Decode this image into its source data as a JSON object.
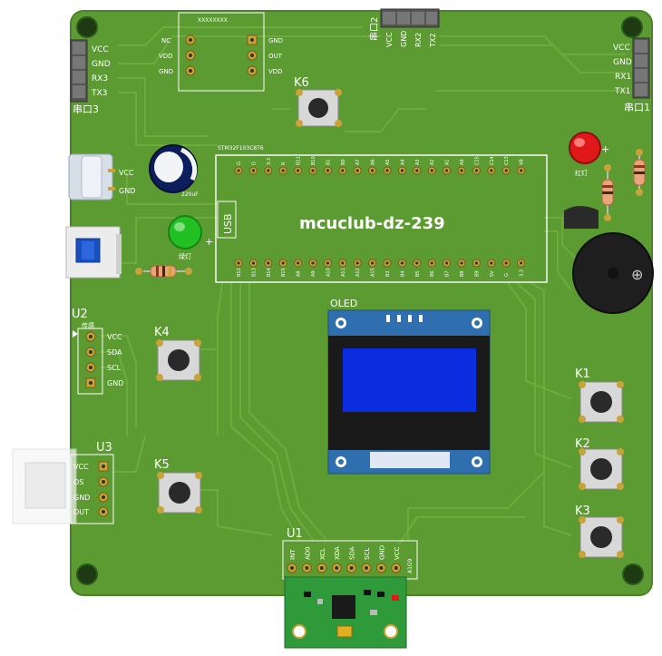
{
  "board": {
    "title": "mcuclub-dz-239",
    "colors": {
      "pcb": "#5c9a32",
      "pcb_dark": "#3f7a22",
      "trace": "#6fae3e",
      "pad_gold": "#c9a23a",
      "silk": "#ffffff",
      "led_red": "#e01818",
      "led_green": "#22c022",
      "oled_blue": "#0a2de0",
      "oled_pcb": "#2f6fb0"
    }
  },
  "connectors": {
    "uart3": {
      "label": "串口3",
      "pins": [
        "VCC",
        "GND",
        "RX3",
        "TX3"
      ]
    },
    "uart2": {
      "label": "串口2",
      "pins": [
        "VCC",
        "GND",
        "RX2",
        "TX2"
      ]
    },
    "uart1": {
      "label": "串口1",
      "pins": [
        "VCC",
        "GND",
        "RX1",
        "TX1"
      ]
    },
    "top_module": {
      "label": "XXXXXXXX",
      "pins_left": [
        "NC",
        "VDD",
        "GND"
      ],
      "pins_right": [
        "GND",
        "OUT",
        "VDD"
      ]
    },
    "usb": {
      "pins": [
        "VCC",
        "GND"
      ]
    },
    "u2": {
      "name": "U2",
      "sub": "传感",
      "pins": [
        "VCC",
        "SDA",
        "SCL",
        "GND"
      ]
    },
    "u3": {
      "name": "U3",
      "pins": [
        "VCC",
        "OS",
        "GND",
        "OUT"
      ]
    },
    "u1": {
      "name": "U1",
      "pins": [
        "INT",
        "AD0",
        "XCL",
        "XDA",
        "SDA",
        "SCL",
        "GND",
        "VCC"
      ],
      "side": "A1G9"
    }
  },
  "mcu": {
    "usb_label": "USB",
    "top_label": "STM32F103C8T6",
    "pin_labels_top": [
      "G",
      "G",
      "3.3",
      "R",
      "B11",
      "B10",
      "B1",
      "B0",
      "A7",
      "A6",
      "A5",
      "A4",
      "A3",
      "A2",
      "A1",
      "A0",
      "C15",
      "C14",
      "C13",
      "VB"
    ],
    "pin_labels_bottom": [
      "B12",
      "B13",
      "B14",
      "B15",
      "A8",
      "A9",
      "A10",
      "A11",
      "A12",
      "A15",
      "B3",
      "B4",
      "B5",
      "B6",
      "B7",
      "B8",
      "B9",
      "5V",
      "G",
      "3.3"
    ]
  },
  "buttons": {
    "k1": "K1",
    "k2": "K2",
    "k3": "K3",
    "k4": "K4",
    "k5": "K5",
    "k6": "K6"
  },
  "oled": {
    "label": "OLED"
  },
  "leds": {
    "red": "红灯",
    "green": "绿灯",
    "plus": "+"
  },
  "capacitor": {
    "label": "220uF"
  }
}
